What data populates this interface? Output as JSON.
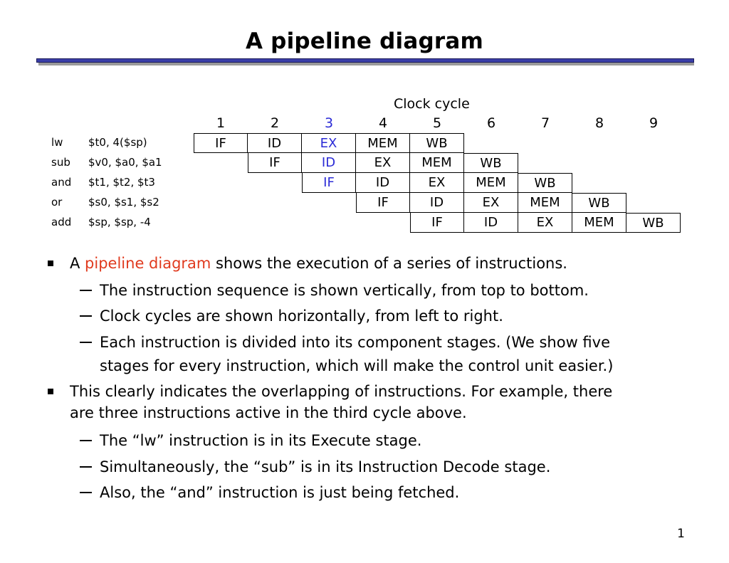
{
  "title": "A pipeline diagram",
  "diagram": {
    "clock_label": "Clock cycle",
    "cycles": [
      "1",
      "2",
      "3",
      "4",
      "5",
      "6",
      "7",
      "8",
      "9"
    ],
    "highlight_color": "#2b2bd6",
    "instructions": [
      {
        "op": "lw",
        "args": "$t0, 4($sp)",
        "stages": [
          "IF",
          "ID",
          "EX",
          "MEM",
          "WB"
        ]
      },
      {
        "op": "sub",
        "args": "$v0, $a0, $a1",
        "stages": [
          "IF",
          "ID",
          "EX",
          "MEM",
          "WB"
        ]
      },
      {
        "op": "and",
        "args": "$t1, $t2, $t3",
        "stages": [
          "IF",
          "ID",
          "EX",
          "MEM",
          "WB"
        ]
      },
      {
        "op": "or",
        "args": "$s0, $s1, $s2",
        "stages": [
          "IF",
          "ID",
          "EX",
          "MEM",
          "WB"
        ]
      },
      {
        "op": "add",
        "args": "$sp, $sp, -4",
        "stages": [
          "IF",
          "ID",
          "EX",
          "MEM",
          "WB"
        ]
      }
    ]
  },
  "bullets": {
    "b1_pre": "A ",
    "b1_hl": "pipeline diagram",
    "b1_post": " shows the execution of a series of instructions.",
    "b1_sub1": "The instruction sequence is shown vertically, from top to bottom.",
    "b1_sub2": "Clock cycles are shown horizontally, from left to right.",
    "b1_sub3_l1": "Each instruction is divided into its component stages. (We show five",
    "b1_sub3_l2": "stages for every instruction, which will make the control unit easier.)",
    "b2_l1": "This clearly indicates the overlapping of instructions. For example, there",
    "b2_l2": "are three instructions active in the third cycle above.",
    "b2_sub1": "The “lw” instruction is in its Execute stage.",
    "b2_sub2": "Simultaneously, the “sub” is in its Instruction Decode stage.",
    "b2_sub3": "Also, the “and” instruction is just being fetched."
  },
  "accent_color": "#e03a1e",
  "page_number": "1"
}
